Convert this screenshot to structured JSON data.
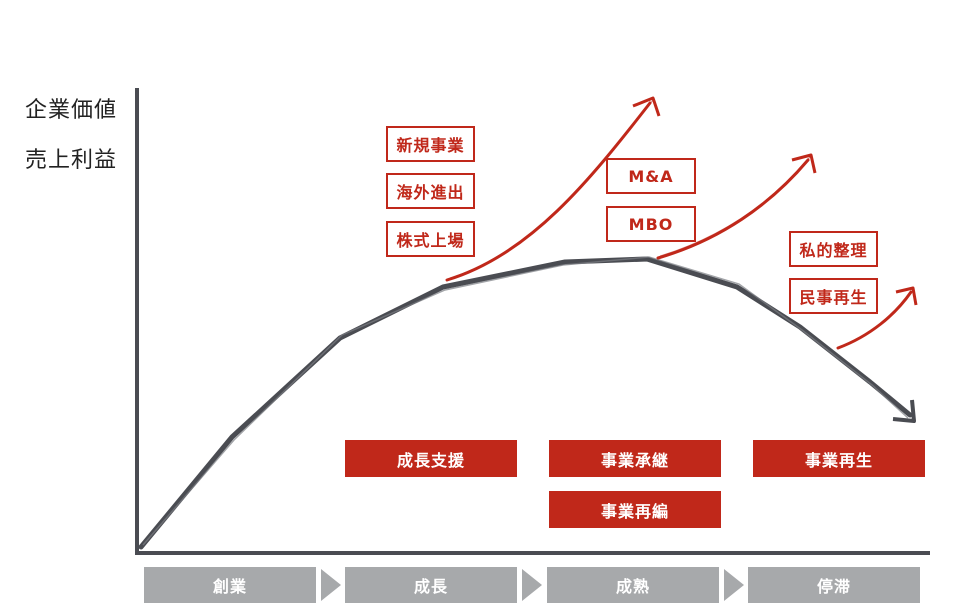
{
  "y_axis_labels": [
    "企業価値",
    "売上利益"
  ],
  "stages": [
    "創業",
    "成長",
    "成熟",
    "停滞"
  ],
  "growth_options": [
    "新規事業",
    "海外進出",
    "株式上場"
  ],
  "mature_options": [
    "M&A",
    "MBO"
  ],
  "decline_options": [
    "私的整理",
    "民事再生"
  ],
  "services": {
    "growth_support": "成長支援",
    "succession": "事業承継",
    "restructure": "事業再編",
    "revitalize": "事業再生"
  },
  "colors": {
    "accent_red": "#c0281a",
    "curve": "#4a4c52",
    "axis": "#4a4c52",
    "stage_gray": "#a7a9ab"
  }
}
